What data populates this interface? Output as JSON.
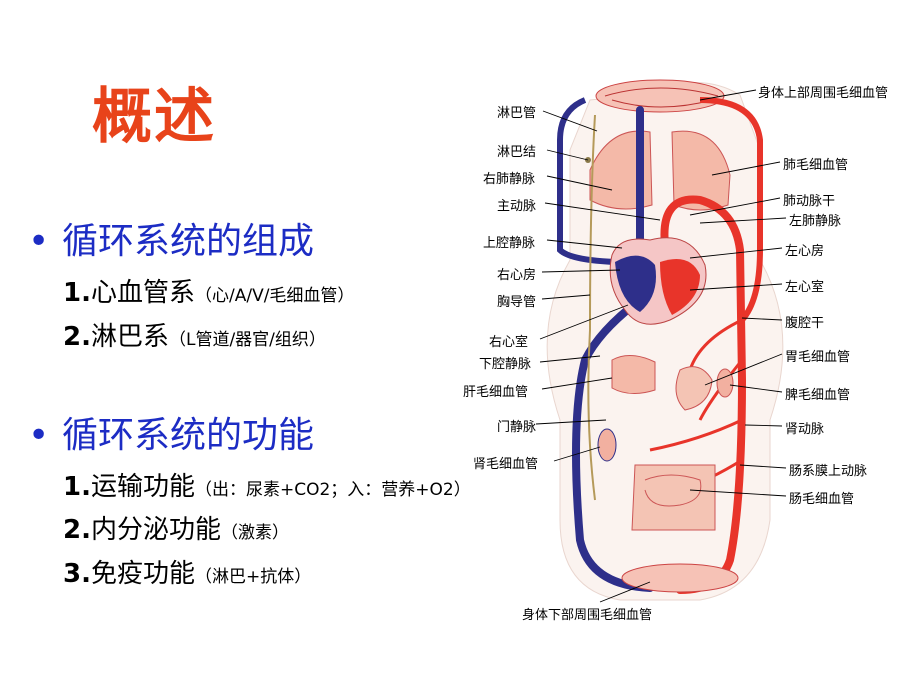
{
  "title": "概述",
  "section1": {
    "heading": "循环系统的组成",
    "item1": {
      "num": "1.",
      "text": "心血管系",
      "paren": "（心/A/V/毛细血管）"
    },
    "item2": {
      "num": "2.",
      "text": "淋巴系",
      "paren": "（L管道/器官/组织）"
    }
  },
  "section2": {
    "heading": "循环系统的功能",
    "item1": {
      "num": "1.",
      "text": "运输功能",
      "paren": "（出：尿素+CO2；入：营养+O2）"
    },
    "item2": {
      "num": "2.",
      "text": "内分泌功能",
      "paren": "（激素）"
    },
    "item3": {
      "num": "3.",
      "text": "免疫功能",
      "paren": "（淋巴+抗体）"
    }
  },
  "diagram": {
    "labels_left": [
      "淋巴管",
      "淋巴结",
      "右肺静脉",
      "主动脉",
      "上腔静脉",
      "右心房",
      "胸导管",
      "右心室",
      "下腔静脉",
      "肝毛细血管",
      "门静脉",
      "肾毛细血管"
    ],
    "labels_right": [
      "身体上部周围毛细血管",
      "肺毛细血管",
      "肺动脉干",
      "左肺静脉",
      "左心房",
      "左心室",
      "腹腔干",
      "胃毛细血管",
      "脾毛细血管",
      "肾动脉",
      "肠系膜上动脉",
      "肠毛细血管"
    ],
    "label_bottom": "身体下部周围毛细血管"
  },
  "colors": {
    "title": "#e8431a",
    "heading": "#1c2cc4",
    "artery": "#e8342a",
    "vein": "#2e2f8a"
  }
}
